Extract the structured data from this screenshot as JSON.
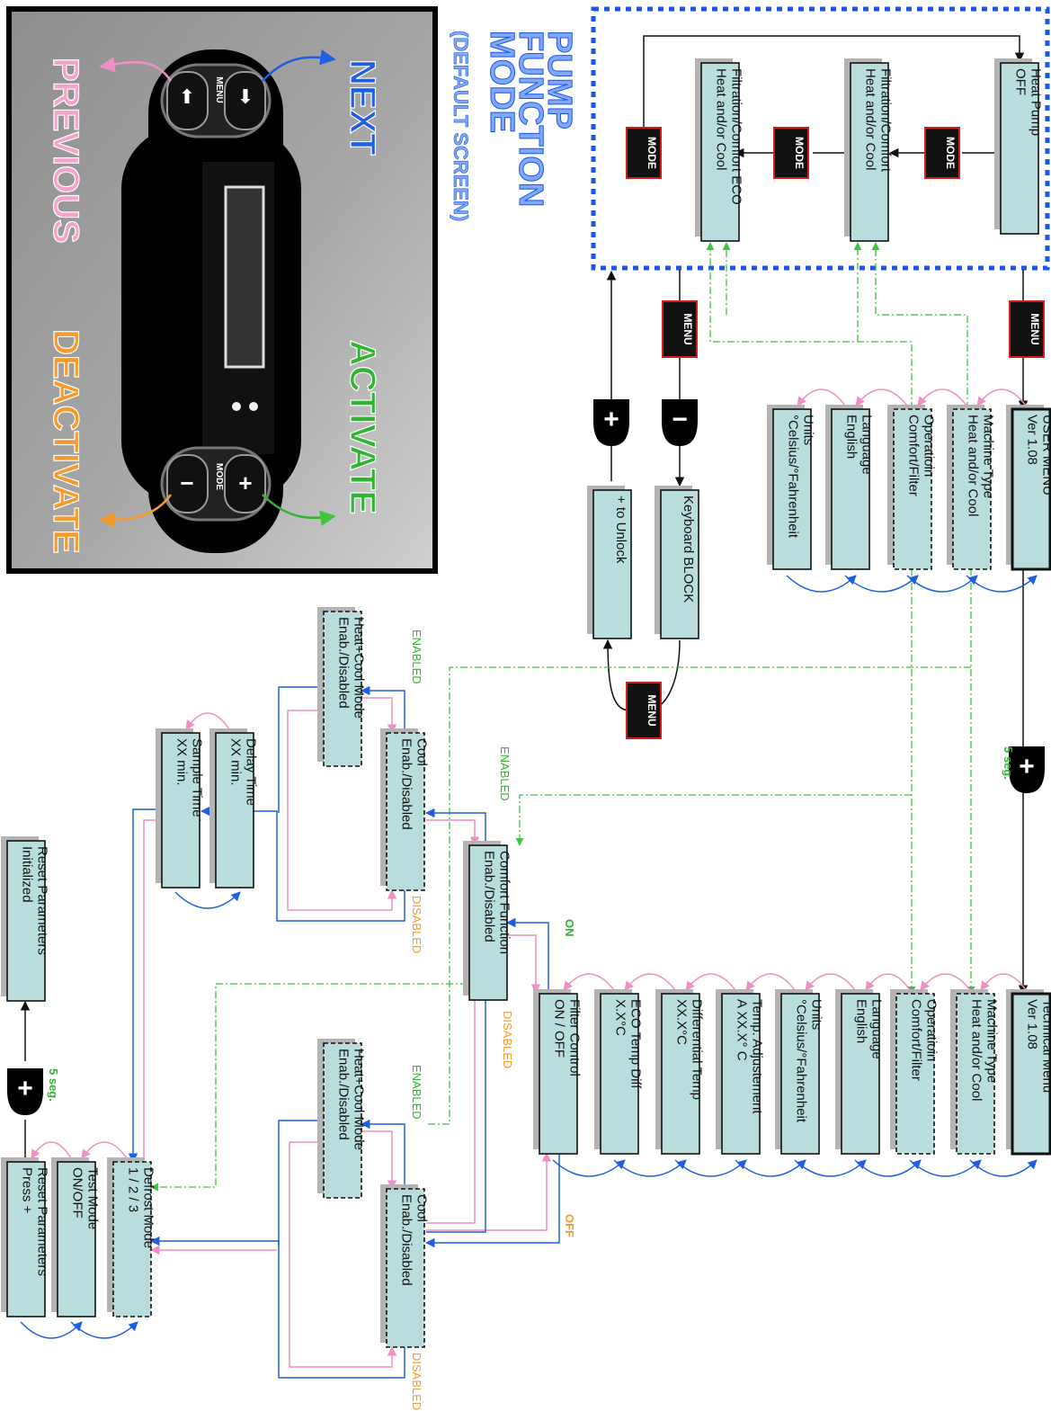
{
  "mode_title": [
    "PUMP",
    "FUNCTION",
    "MODE",
    "(DEFAULT SCREEN)"
  ],
  "panel": {
    "next": "NEXT",
    "previous": "PREVIOUS",
    "activate": "ACTIVATE",
    "deactivate": "DEACTIVATE",
    "menu_key": "MENU",
    "mode_key": "MODE"
  },
  "buttons": {
    "mode": "MODE",
    "menu": "MENU",
    "plus": "+",
    "minus": "−"
  },
  "pump_modes": [
    [
      "Heat Pump",
      "OFF"
    ],
    [
      "Filtration/Comfort",
      "Heat and/or Cool"
    ],
    [
      "Filtration/Comfort ECO",
      "Heat and/or Cool"
    ]
  ],
  "keyboard": {
    "block": [
      "Keyboard BLOCK"
    ],
    "unlock": [
      "+ to Unlock"
    ]
  },
  "user_menu": [
    [
      "USER MENU",
      "Ver 1.08"
    ],
    [
      "Machine Type",
      "Heat and/or Cool"
    ],
    [
      "Operatioin",
      "Comfort/Filter"
    ],
    [
      "Language",
      "English"
    ],
    [
      "Units",
      "°Celsius/°Fahrenheit"
    ]
  ],
  "hold_label": "5 seg.",
  "technical_menu": [
    [
      "Technical Menu",
      "Ver 1.08"
    ],
    [
      "Machine Type",
      "Heat and/or Cool"
    ],
    [
      "Operatioin",
      "Comfort/Filter"
    ],
    [
      "Language",
      "English"
    ],
    [
      "Units",
      "°Celsius/°Fahrenheit"
    ],
    [
      "Temp. Adjustement",
      "A        XX.X° C"
    ],
    [
      "Differential Temp",
      "XX.X°C"
    ],
    [
      "ECO Temp Diff",
      "X.X°C"
    ],
    [
      "Filter Control",
      "ON / OFF"
    ]
  ],
  "comfort_function": [
    "Comfort Function",
    "Enab./Disabled"
  ],
  "cool": [
    "Cool",
    "Enab./Disabled"
  ],
  "heat_cool_mode": [
    "Heat+Cool Mode",
    "Enab./Disabled"
  ],
  "delay_time": [
    "Delay Time",
    "XX min."
  ],
  "sample_time": [
    "Sample Time",
    "XX min."
  ],
  "defrost_mode": [
    "Defrost Mode",
    "1 / 2 / 3"
  ],
  "test_mode": [
    "Test Mode",
    "ON/OFF"
  ],
  "reset_parameters": [
    "Reset Parameters",
    "Press +"
  ],
  "reset_initialized": [
    "Reset Parameters",
    "Initialized"
  ],
  "labels": {
    "on": "ON",
    "off": "OFF",
    "enabled": "ENABLED",
    "disabled": "DISABLED"
  },
  "colors": {
    "next": "#1f5fe0",
    "previous": "#f08fc4",
    "activate": "#2fb52f",
    "deactivate": "#f59a2c",
    "mode_frame": "#1a56e8",
    "box_fill": "#b9dcdc",
    "button_border": "#d21d1d",
    "dashdot": "#3fc43f"
  }
}
